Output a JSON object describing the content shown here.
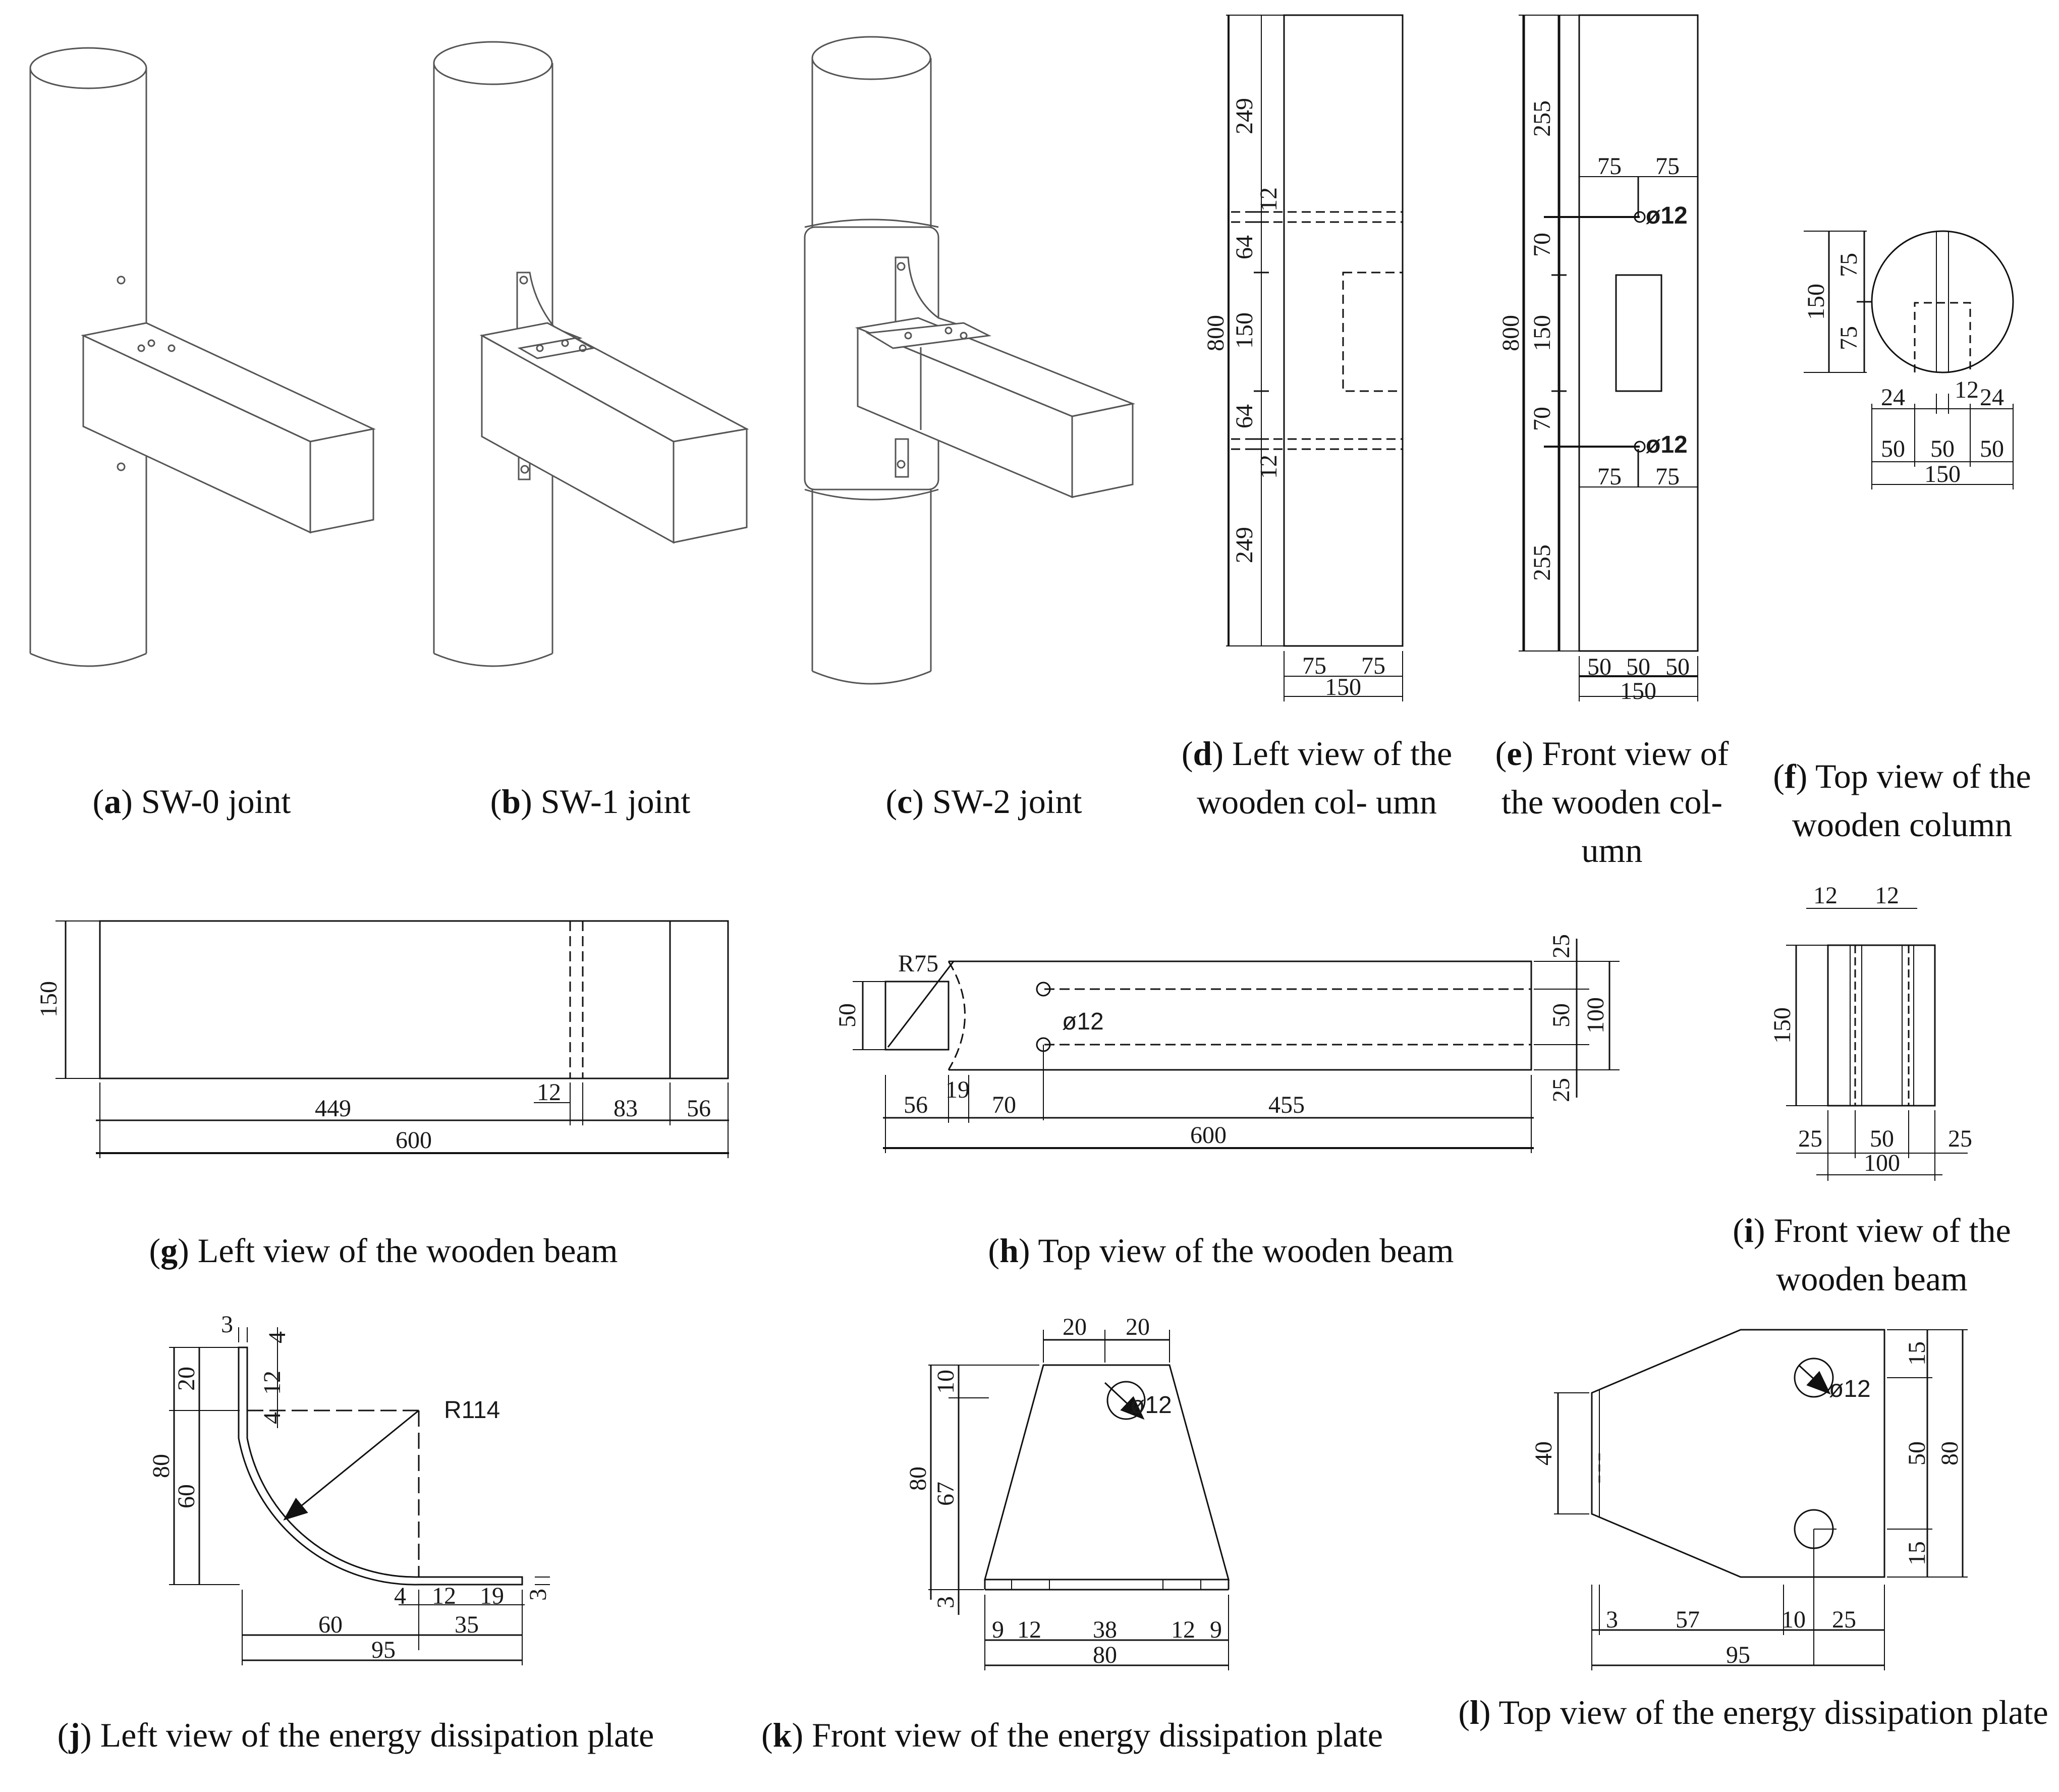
{
  "captions": {
    "a": {
      "letter": "a",
      "text": "SW-0 joint"
    },
    "b": {
      "letter": "b",
      "text": "SW-1 joint"
    },
    "c": {
      "letter": "c",
      "text": "SW-2 joint"
    },
    "d": {
      "letter": "d",
      "text": "Left view of the wooden col- umn"
    },
    "e": {
      "letter": "e",
      "text": "Front view of the wooden col- umn"
    },
    "f": {
      "letter": "f",
      "text": "Top view of the wooden column"
    },
    "g": {
      "letter": "g",
      "text": "Left view of the wooden beam"
    },
    "h": {
      "letter": "h",
      "text": "Top view of the wooden beam"
    },
    "i": {
      "letter": "i",
      "text": "Front view of the wooden beam"
    },
    "j": {
      "letter": "j",
      "text": "Left view of the energy dissipation plate"
    },
    "k": {
      "letter": "k",
      "text": "Front view of the energy dissipation plate"
    },
    "l": {
      "letter": "l",
      "text": "Top view of the energy dissipation plate"
    }
  },
  "dims": {
    "d": {
      "d249a": "249",
      "d12a": "12",
      "d64a": "64",
      "d150": "150",
      "d64b": "64",
      "d12b": "12",
      "d249b": "249",
      "d800": "800",
      "d75a": "75",
      "d75b": "75",
      "dw150": "150"
    },
    "e": {
      "d255a": "255",
      "d75a": "75",
      "d75b": "75",
      "dia1": "ø12",
      "d70a": "70",
      "d150": "150",
      "d800": "800",
      "d70b": "70",
      "dia2": "ø12",
      "d75c": "75",
      "d75d": "75",
      "d255b": "255",
      "d50a": "50",
      "d50b": "50",
      "d50c": "50",
      "dw150": "150"
    },
    "f": {
      "d150": "150",
      "d75a": "75",
      "d75b": "75",
      "d24a": "24",
      "d12": "12",
      "d24b": "24",
      "d50a": "50",
      "d50b": "50",
      "d50c": "50",
      "dw150": "150"
    },
    "g": {
      "d150": "150",
      "d12": "12",
      "d449": "449",
      "d83": "83",
      "d56": "56",
      "d600": "600"
    },
    "h": {
      "r75": "R75",
      "d50": "50",
      "dia": "ø12",
      "d19": "19",
      "d56": "56",
      "d70": "70",
      "d455": "455",
      "d600": "600",
      "d25a": "25",
      "d50b": "50",
      "d100": "100",
      "d25b": "25"
    },
    "i": {
      "d12a": "12",
      "d12b": "12",
      "d150": "150",
      "d25a": "25",
      "d50": "50",
      "d25b": "25",
      "d100": "100"
    },
    "j": {
      "d3": "3",
      "d4a": "4",
      "d20": "20",
      "d12a": "12",
      "d4b": "4",
      "r114": "R114",
      "d80": "80",
      "d60": "60",
      "d4c": "4",
      "d12b": "12",
      "d19": "19",
      "d3b": "3",
      "d60b": "60",
      "d35": "35",
      "d95": "95"
    },
    "k": {
      "d20a": "20",
      "d20b": "20",
      "d10": "10",
      "dia": "ø12",
      "d80": "80",
      "d67": "67",
      "d3": "3",
      "d9a": "9",
      "d12a": "12",
      "d38": "38",
      "d12b": "12",
      "d9b": "9",
      "dw80": "80"
    },
    "l": {
      "dia": "ø12",
      "d15a": "15",
      "d40": "40",
      "d50": "50",
      "d80": "80",
      "d15b": "15",
      "d3": "3",
      "d57": "57",
      "d10": "10",
      "d25": "25",
      "d95": "95"
    }
  }
}
